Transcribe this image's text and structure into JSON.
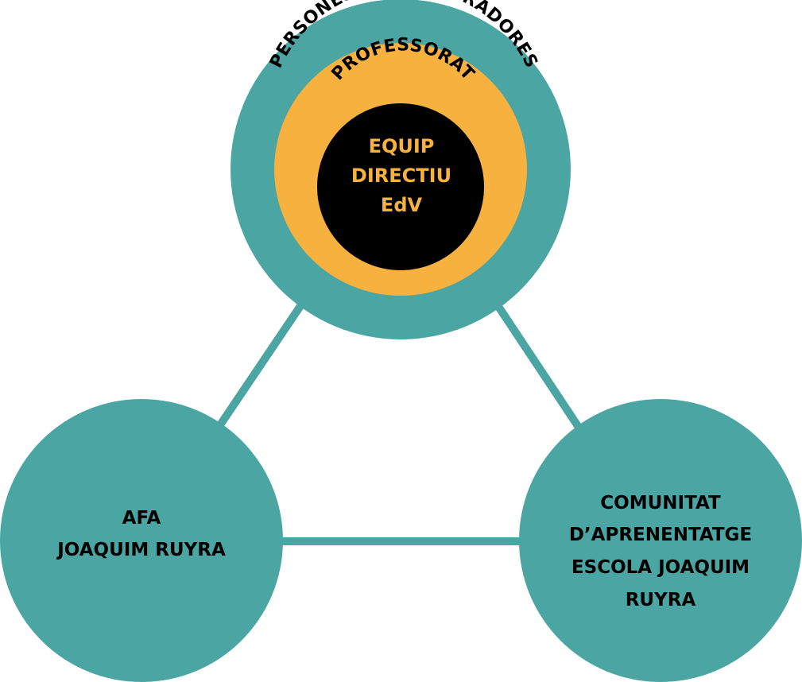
{
  "colors": {
    "teal": "#4aa5a3",
    "orange": "#f6b13e",
    "black": "#000000",
    "label_dark": "#000000",
    "label_core": "#f6b13e"
  },
  "top_circle": {
    "outer_label": "PERSONES COL·LABORADORES",
    "middle_label": "PROFESSORAT",
    "core_lines": [
      "EQUIP",
      "DIRECTIU",
      "EdV"
    ]
  },
  "left_circle": {
    "lines": [
      "AFA",
      "JOAQUIM RUYRA"
    ]
  },
  "right_circle": {
    "lines": [
      "COMUNITAT",
      "D’APRENENTATGE",
      "ESCOLA JOAQUIM",
      "RUYRA"
    ]
  }
}
